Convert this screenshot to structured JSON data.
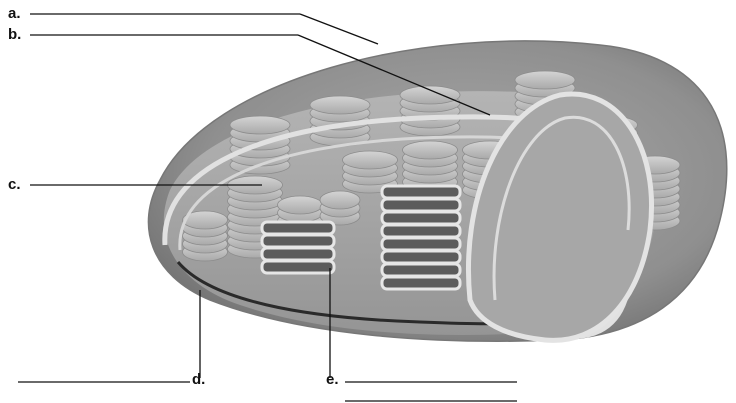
{
  "labels": {
    "a": "a.",
    "b": "b.",
    "c": "c.",
    "d": "d.",
    "e": "e."
  },
  "colors": {
    "outer_membrane": "#8a8a8a",
    "inner_membrane": "#cfcfcf",
    "stroma": "#a4a4a4",
    "thylakoid": "#bdbdbd",
    "leader_line": "#111111"
  }
}
